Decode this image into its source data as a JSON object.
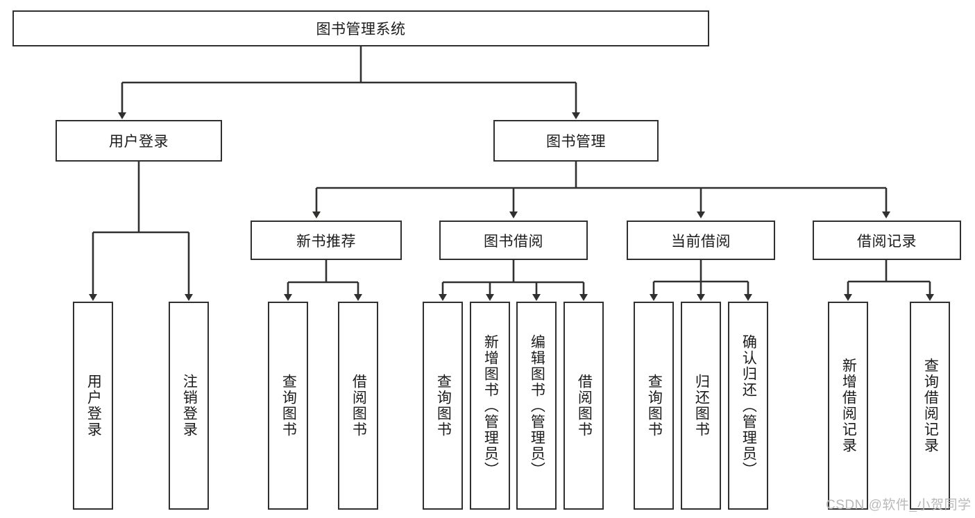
{
  "diagram": {
    "title": "图书管理系统",
    "type": "tree-hierarchy-flowchart",
    "root": {
      "label": "图书管理系统"
    },
    "level1": [
      {
        "label": "用户登录"
      },
      {
        "label": "图书管理"
      }
    ],
    "level2": [
      {
        "label": "新书推荐"
      },
      {
        "label": "图书借阅"
      },
      {
        "label": "当前借阅"
      },
      {
        "label": "借阅记录"
      }
    ],
    "leaves": {
      "user_login": [
        {
          "label": "用户登录"
        },
        {
          "label": "注销登录"
        }
      ],
      "new_book_recommend": [
        {
          "label": "查询图书"
        },
        {
          "label": "借阅图书"
        }
      ],
      "book_borrow": [
        {
          "label": "查询图书"
        },
        {
          "label": "新增图书（管理员）"
        },
        {
          "label": "编辑图书（管理员）"
        },
        {
          "label": "借阅图书"
        }
      ],
      "current_borrow": [
        {
          "label": "查询图书"
        },
        {
          "label": "归还图书"
        },
        {
          "label": "确认归还（管理员）"
        }
      ],
      "borrow_record": [
        {
          "label": "新增借阅记录"
        },
        {
          "label": "查询借阅记录"
        }
      ]
    }
  },
  "watermark": {
    "text": "CSDN @软件_小贺同学"
  },
  "colors": {
    "stroke": "#30302f",
    "text": "#1b1b1b",
    "background": "#ffffff",
    "watermark": "#b9b9b9"
  }
}
